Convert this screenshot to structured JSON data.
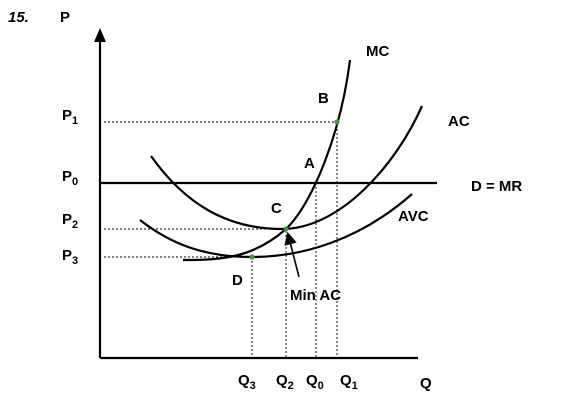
{
  "problem_number": "15.",
  "chart_data": {
    "type": "line",
    "xlabel": "Q",
    "ylabel": "P",
    "curves": [
      {
        "name": "MC",
        "label": "MC"
      },
      {
        "name": "AC",
        "label": "AC"
      },
      {
        "name": "AVC",
        "label": "AVC"
      },
      {
        "name": "D = MR",
        "label": "D = MR"
      }
    ],
    "y_ticks": [
      {
        "main": "P",
        "sub": "1"
      },
      {
        "main": "P",
        "sub": "0"
      },
      {
        "main": "P",
        "sub": "2"
      },
      {
        "main": "P",
        "sub": "3"
      }
    ],
    "x_ticks": [
      {
        "main": "Q",
        "sub": "3"
      },
      {
        "main": "Q",
        "sub": "2"
      },
      {
        "main": "Q",
        "sub": "0"
      },
      {
        "main": "Q",
        "sub": "1"
      }
    ],
    "points": [
      {
        "label": "A"
      },
      {
        "label": "B"
      },
      {
        "label": "C"
      },
      {
        "label": "D"
      }
    ],
    "annotation": "Min AC"
  }
}
